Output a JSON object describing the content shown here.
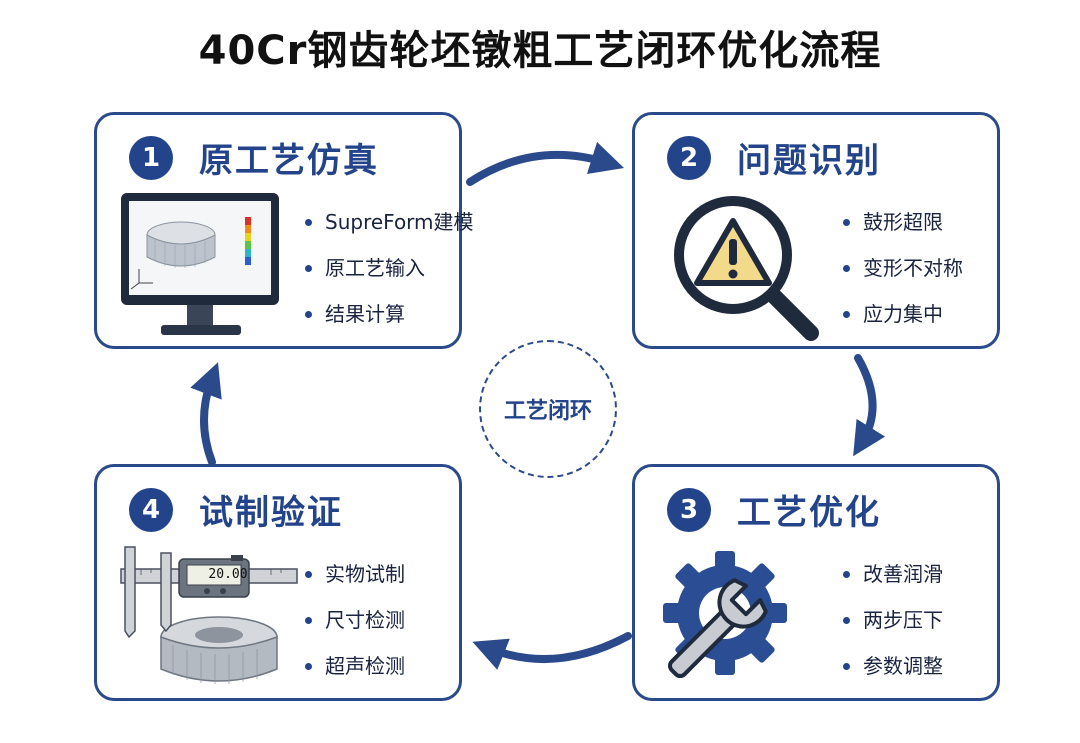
{
  "title": "40Cr钢齿轮坯镦粗工艺闭环优化流程",
  "center_label": "工艺闭环",
  "colors": {
    "primary": "#23438a",
    "border": "#2b4a8b",
    "warning": "#f3d98a"
  },
  "steps": [
    {
      "num": "1",
      "title": "原工艺仿真",
      "icon": "monitor-simulation-icon",
      "bullets": [
        "SupreForm建模",
        "原工艺输入",
        "结果计算"
      ]
    },
    {
      "num": "2",
      "title": "问题识别",
      "icon": "magnifier-warning-icon",
      "bullets": [
        "鼓形超限",
        "变形不对称",
        "应力集中"
      ]
    },
    {
      "num": "3",
      "title": "工艺优化",
      "icon": "gear-wrench-icon",
      "bullets": [
        "改善润滑",
        "两步压下",
        "参数调整"
      ]
    },
    {
      "num": "4",
      "title": "试制验证",
      "icon": "caliper-workpiece-icon",
      "caliper_reading": "20.00",
      "bullets": [
        "实物试制",
        "尺寸检测",
        "超声检测"
      ]
    }
  ]
}
